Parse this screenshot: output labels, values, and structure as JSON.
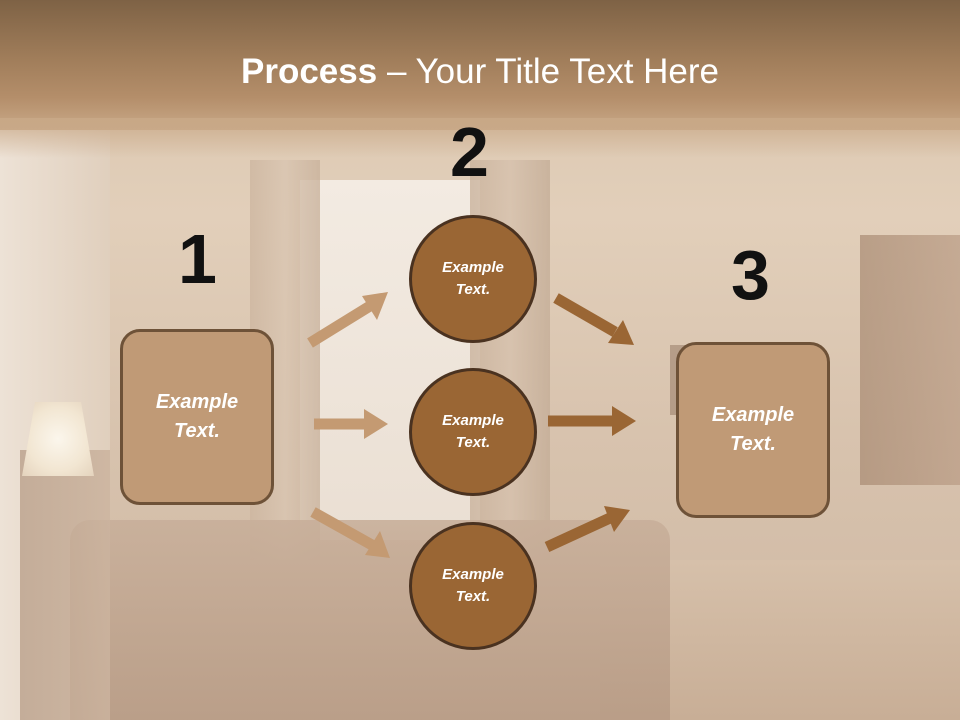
{
  "slide": {
    "title_bold": "Process",
    "title_rest": " – Your Title Text Here"
  },
  "steps": {
    "step1": {
      "number": "1",
      "text": "Example Text."
    },
    "step2": {
      "number": "2",
      "items": [
        "Example Text.",
        "Example Text.",
        "Example Text."
      ]
    },
    "step3": {
      "number": "3",
      "text": "Example Text."
    }
  },
  "colors": {
    "header": "#a07d5a",
    "box_fill": "#c09a76",
    "circle_fill": "#9a6634",
    "arrow_light": "#c49a72",
    "arrow_dark": "#9a6634"
  }
}
